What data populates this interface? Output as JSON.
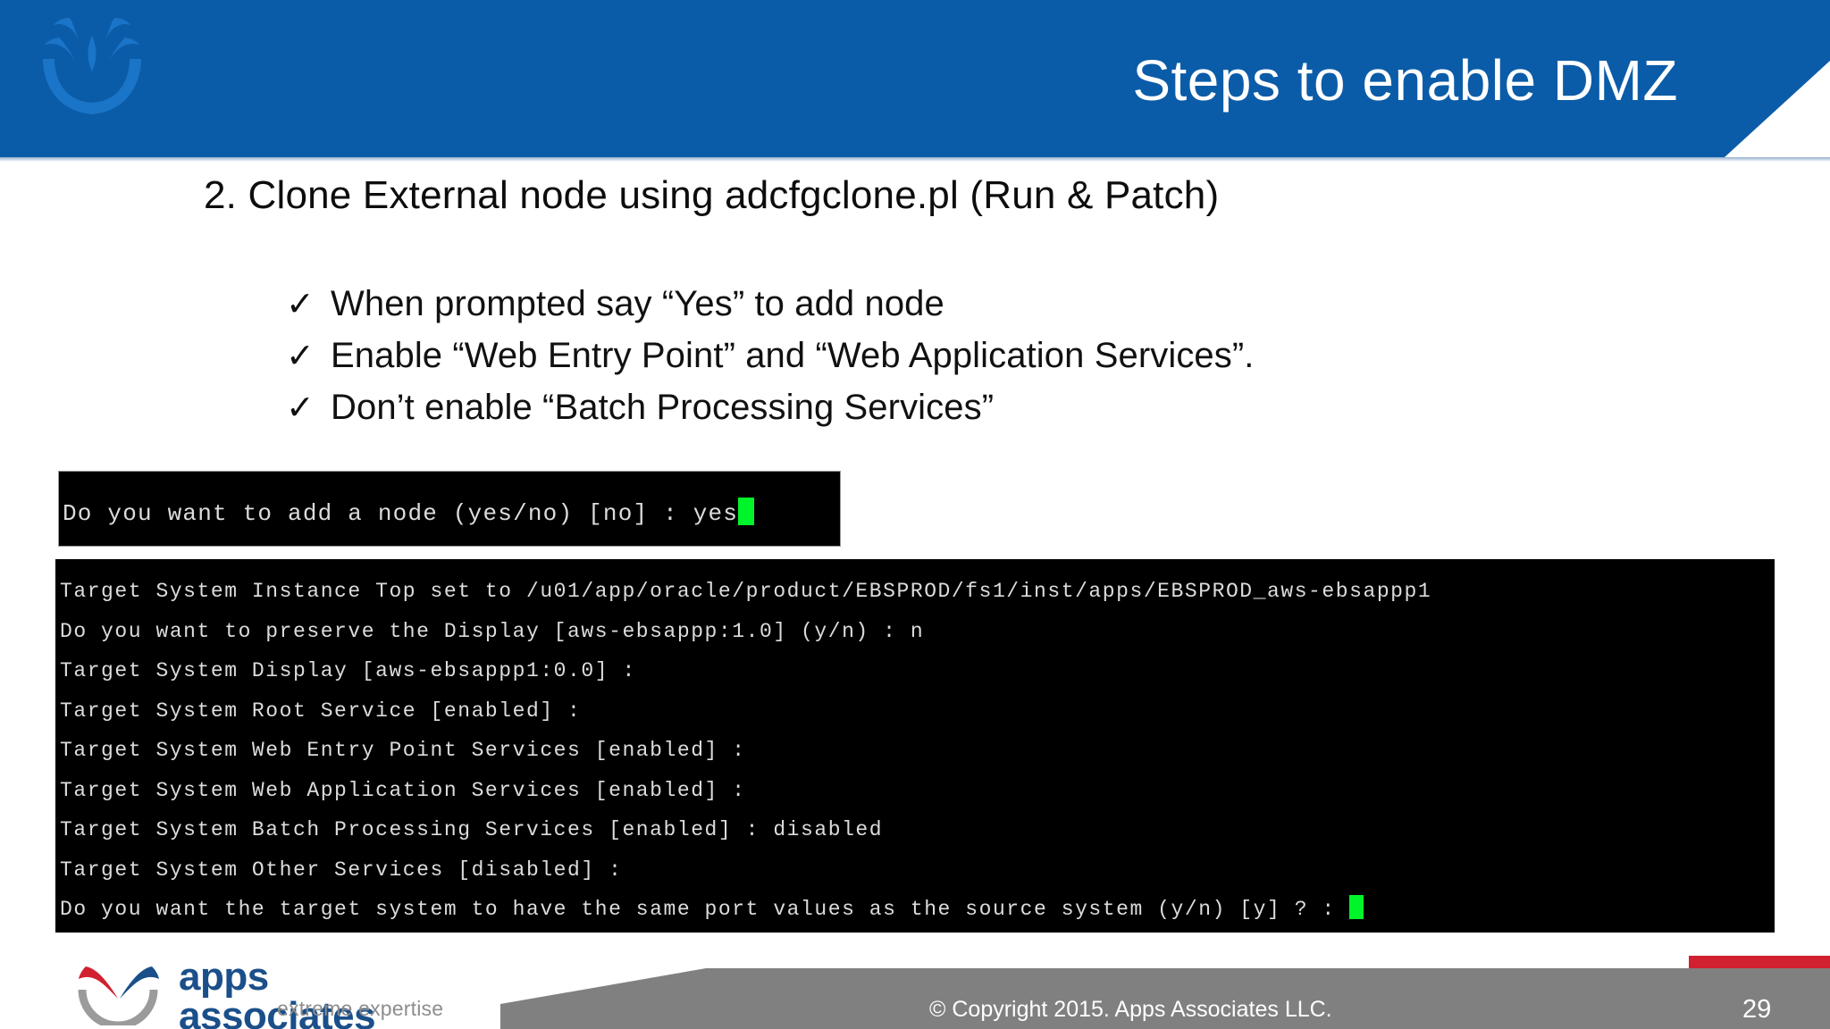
{
  "slide": {
    "title": "Steps to enable DMZ",
    "brand_icon": "tulip-logo-icon",
    "step_text": "2. Clone External node using adcfgclone.pl (Run & Patch)",
    "bullets": [
      {
        "icon": "checkmark-icon",
        "glyph": "✓",
        "text": "When prompted say “Yes”  to add node"
      },
      {
        "icon": "checkmark-icon",
        "glyph": "✓",
        "text": "Enable “Web Entry Point” and “Web Application Services”."
      },
      {
        "icon": "checkmark-icon",
        "glyph": "✓",
        "text": "Don’t enable “Batch Processing Services”"
      }
    ]
  },
  "terminal_prompt": {
    "name": "add-node-prompt",
    "line": "Do you want to add a node (yes/no) [no] : yes",
    "cursor": true
  },
  "terminal_output": {
    "name": "clone-config-output",
    "lines": [
      {
        "text": "Target System Instance Top set to /u01/app/oracle/product/EBSPROD/fs1/inst/apps/EBSPROD_aws-ebsappp1",
        "cursor": false
      },
      {
        "text": "Do you want to preserve the Display [aws-ebsappp:1.0] (y/n)  : n",
        "cursor": false
      },
      {
        "text": "Target System Display [aws-ebsappp1:0.0] :",
        "cursor": false
      },
      {
        "text": "Target System Root Service [enabled] :",
        "cursor": false
      },
      {
        "text": "Target System Web Entry Point Services [enabled] :",
        "cursor": false
      },
      {
        "text": "Target System Web Application Services [enabled] :",
        "cursor": false
      },
      {
        "text": "Target System Batch Processing Services [enabled] : disabled",
        "cursor": false
      },
      {
        "text": "Target System Other Services [disabled] :",
        "cursor": false
      },
      {
        "text": "Do you want the target system to have the same port values as the source system (y/n) [y] ? : ",
        "cursor": true
      }
    ]
  },
  "footer": {
    "logo_name": "apps associates",
    "logo_tagline": "extreme expertise",
    "copyright": "© Copyright 2015. Apps Associates LLC.",
    "page_number": "29"
  },
  "colors": {
    "banner_blue": "#0b5ca8",
    "terminal_bg": "#000000",
    "terminal_fg": "#dcdcdc",
    "cursor_green": "#00f42a",
    "footer_gray": "#808080",
    "accent_red": "#d1202f",
    "logo_blue": "#1a4f8a"
  }
}
